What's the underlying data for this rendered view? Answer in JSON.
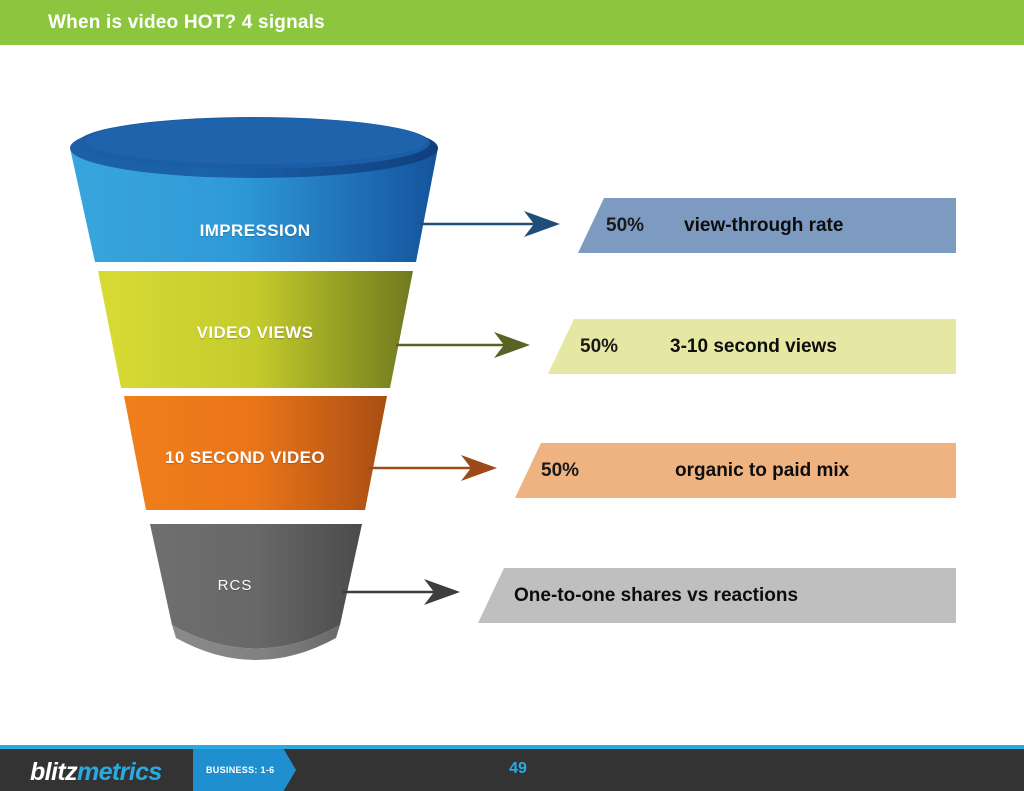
{
  "header": {
    "title": "When is video HOT? 4 signals",
    "bg_color": "#8cc63f",
    "text_color": "#ffffff"
  },
  "funnel": {
    "segments": [
      {
        "label": "IMPRESSION",
        "color": "#2a9ad6",
        "arrow_color": "#1f4e79",
        "icon": "funnel-segment"
      },
      {
        "label": "VIDEO VIEWS",
        "color": "#c6cf2c",
        "arrow_color": "#5a6326",
        "icon": "funnel-segment"
      },
      {
        "label": "10 SECOND VIDEO",
        "color": "#e8731a",
        "arrow_color": "#9c4a18",
        "icon": "funnel-segment"
      },
      {
        "label": "RCS",
        "color": "#6e6e6e",
        "arrow_color": "#3d3d3d",
        "icon": "funnel-segment"
      }
    ]
  },
  "callouts": [
    {
      "percent": "50%",
      "text": "view-through rate",
      "color": "#7d9bc1"
    },
    {
      "percent": "50%",
      "text": "3-10 second views",
      "color": "#e4e8a3"
    },
    {
      "percent": "50%",
      "text": "organic to paid mix",
      "color": "#eeb380"
    },
    {
      "percent": "",
      "text": "One-to-one shares vs reactions",
      "color": "#bfbfbf"
    }
  ],
  "footer": {
    "logo_primary": "blitz",
    "logo_secondary": "metrics",
    "tag": "BUSINESS: 1-6",
    "page_number": "49",
    "bar_color": "#333333",
    "accent_color": "#29abe2"
  }
}
